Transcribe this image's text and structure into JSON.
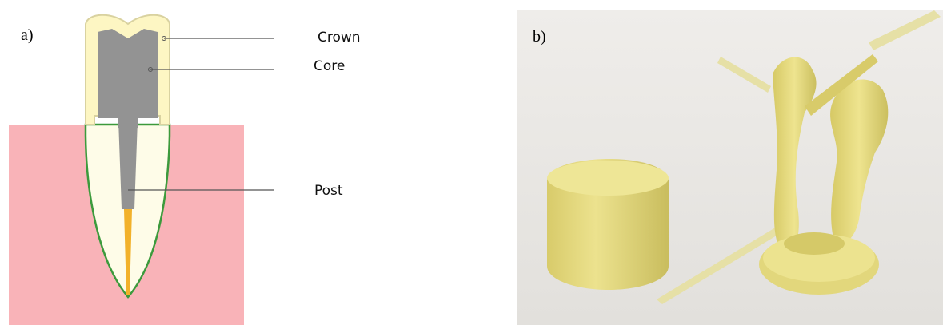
{
  "panel_a": {
    "letter": "a)",
    "labels": {
      "crown": "Crown",
      "core": "Core",
      "post": "Post"
    },
    "colors": {
      "gum": "#f9b3b8",
      "crown": "#fdf6c3",
      "crown_outline": "#d9d2a0",
      "core": "#939393",
      "root": "#fefce8",
      "root_outline": "#3c9a3c",
      "canal": "#f2b12a",
      "leader_line": "#555555"
    }
  },
  "panel_b": {
    "letter": "b)",
    "colors": {
      "background": "#e9e7e3",
      "material": "#e8df8a",
      "material_shade": "#c9bd5e",
      "post": "#e6e0a6"
    }
  }
}
